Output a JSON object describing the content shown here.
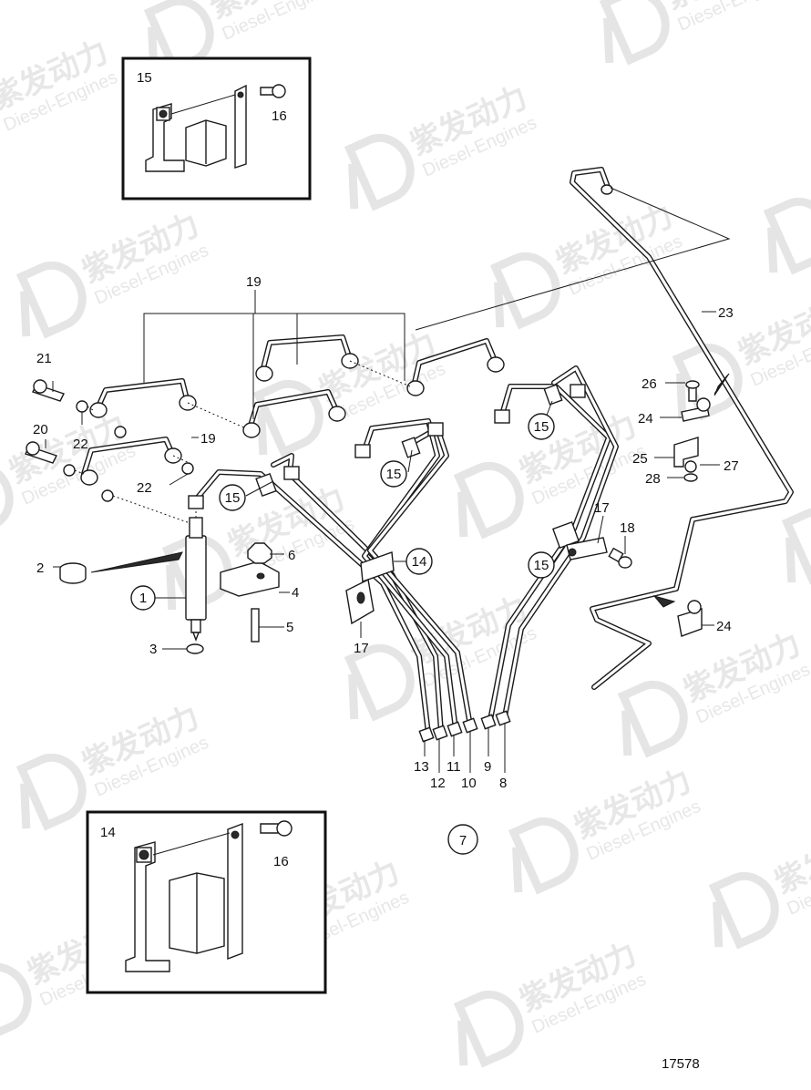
{
  "watermark": {
    "cn": "紫发动力",
    "en": "Diesel-Engines"
  },
  "drawing_number": "17578",
  "labels": {
    "n1": "1",
    "n2": "2",
    "n3": "3",
    "n4": "4",
    "n5": "5",
    "n6": "6",
    "n7": "7",
    "n8": "8",
    "n9": "9",
    "n10": "10",
    "n11": "11",
    "n12": "12",
    "n13": "13",
    "n14": "14",
    "n15": "15",
    "n16": "16",
    "n17": "17",
    "n18": "18",
    "n19": "19",
    "n20": "20",
    "n21": "21",
    "n22": "22",
    "n23": "23",
    "n24": "24",
    "n25": "25",
    "n26": "26",
    "n27": "27",
    "n28": "28"
  },
  "inset_top": {
    "title": "15",
    "bolt": "16"
  },
  "inset_bottom": {
    "title": "14",
    "bolt": "16"
  }
}
